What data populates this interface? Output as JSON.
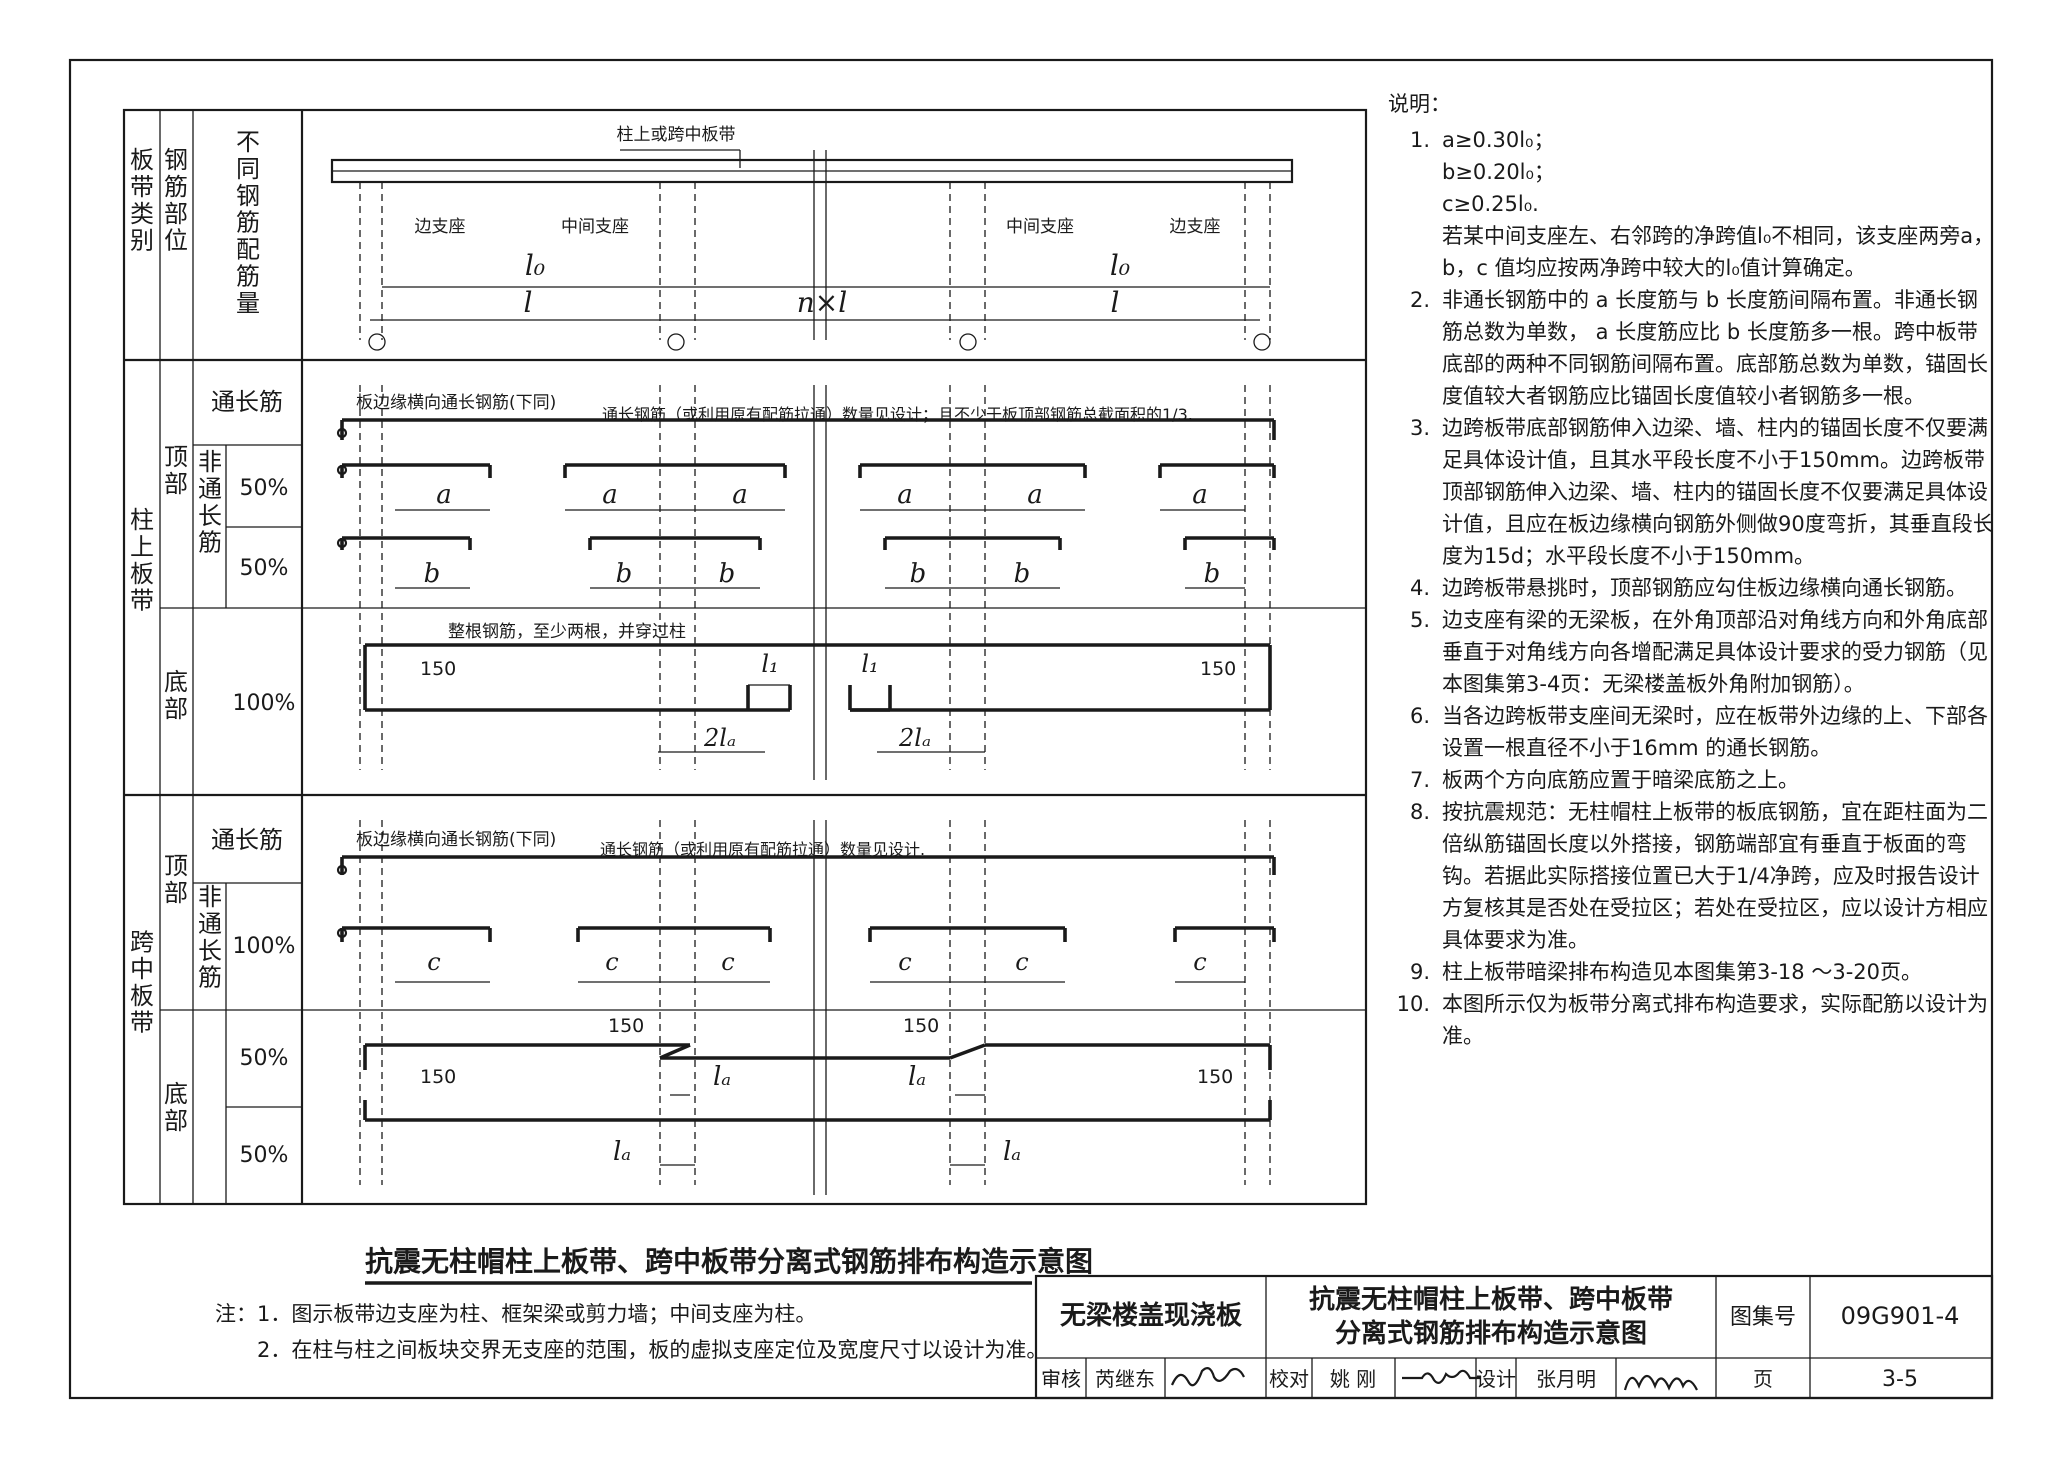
{
  "left_headers": {
    "col1": "板带类别",
    "col2": "钢筋部位",
    "col3": "不同钢筋配筋量"
  },
  "rows": {
    "column_strip": "柱上板带",
    "middle_strip": "跨中板带",
    "top": "顶部",
    "bottom": "底部",
    "continuous": "通长筋",
    "non_continuous": "非通长筋",
    "pct50": "50%",
    "pct100": "100%"
  },
  "header_diagram": {
    "band_label": "柱上或跨中板带",
    "edge_support": "边支座",
    "mid_support": "中间支座",
    "l0": "l₀",
    "l": "l",
    "nxl": "n×l"
  },
  "labels": {
    "edge_bar": "板边缘横向通长钢筋(下同)",
    "cont_note_1": "通长钢筋（或利用原有配筋拉通）数量见设计；且不少于板顶部钢筋总截面积的1/3.",
    "cont_note_2": "通长钢筋（或利用原有配筋拉通）数量见设计.",
    "whole_bar": "整根钢筋，至少两根，并穿过柱",
    "a": "a",
    "b": "b",
    "c": "c",
    "n150": "150",
    "l1": "l₁",
    "two_la": "2lₐ",
    "la": "lₐ"
  },
  "notes": {
    "heading": "说明：",
    "n1_a": "a≥0.30l₀；",
    "n1_b": "b≥0.20l₀；",
    "n1_c": "c≥0.25l₀.",
    "n1_d": "若某中间支座左、右邻跨的净跨值l₀不相同，该支座两旁a，b，c 值均应按两净跨中较大的l₀值计算确定。",
    "n2": "非通长钢筋中的 a 长度筋与 b 长度筋间隔布置。非通长钢筋总数为单数， a 长度筋应比 b 长度筋多一根。跨中板带底部的两种不同钢筋间隔布置。底部筋总数为单数，锚固长度值较大者钢筋应比锚固长度值较小者钢筋多一根。",
    "n3": "边跨板带底部钢筋伸入边梁、墙、柱内的锚固长度不仅要满足具体设计值，且其水平段长度不小于150mm。边跨板带顶部钢筋伸入边梁、墙、柱内的锚固长度不仅要满足具体设计值，且应在板边缘横向钢筋外侧做90度弯折，其垂直段长度为15d；水平段长度不小于150mm。",
    "n4": "边跨板带悬挑时，顶部钢筋应勾住板边缘横向通长钢筋。",
    "n5": "边支座有梁的无梁板，在外角顶部沿对角线方向和外角底部垂直于对角线方向各增配满足具体设计要求的受力钢筋（见本图集第3-4页：无梁楼盖板外角附加钢筋）。",
    "n6": "当各边跨板带支座间无梁时，应在板带外边缘的上、下部各设置一根直径不小于16mm 的通长钢筋。",
    "n7": "板两个方向底筋应置于暗梁底筋之上。",
    "n8": "按抗震规范：无柱帽柱上板带的板底钢筋，宜在距柱面为二倍纵筋锚固长度以外搭接，钢筋端部宜有垂直于板面的弯钩。若据此实际搭接位置已大于1/4净跨，应及时报告设计方复核其是否处在受拉区；若处在受拉区，应以设计方相应具体要求为准。",
    "n9": "柱上板带暗梁排布构造见本图集第3-18 ～3-20页。",
    "n10": "本图所示仅为板带分离式排布构造要求，实际配筋以设计为准。"
  },
  "caption": "抗震无柱帽柱上板带、跨中板带分离式钢筋排布构造示意图",
  "footnote": {
    "n1": "注：1．图示板带边支座为柱、框架梁或剪力墙；中间支座为柱。",
    "n2": "2．在柱与柱之间板块交界无支座的范围，板的虚拟支座定位及宽度尺寸以设计为准。"
  },
  "title_block": {
    "category": "无梁楼盖现浇板",
    "title_line1": "抗震无柱帽柱上板带、跨中板带",
    "title_line2": "分离式钢筋排布构造示意图",
    "atlas_label": "图集号",
    "atlas_no": "09G901-4",
    "review_label": "审核",
    "reviewer": "芮继东",
    "check_label": "校对",
    "checker": "姚 刚",
    "design_label": "设计",
    "designer": "张月明",
    "page_label": "页",
    "page_no": "3-5"
  }
}
